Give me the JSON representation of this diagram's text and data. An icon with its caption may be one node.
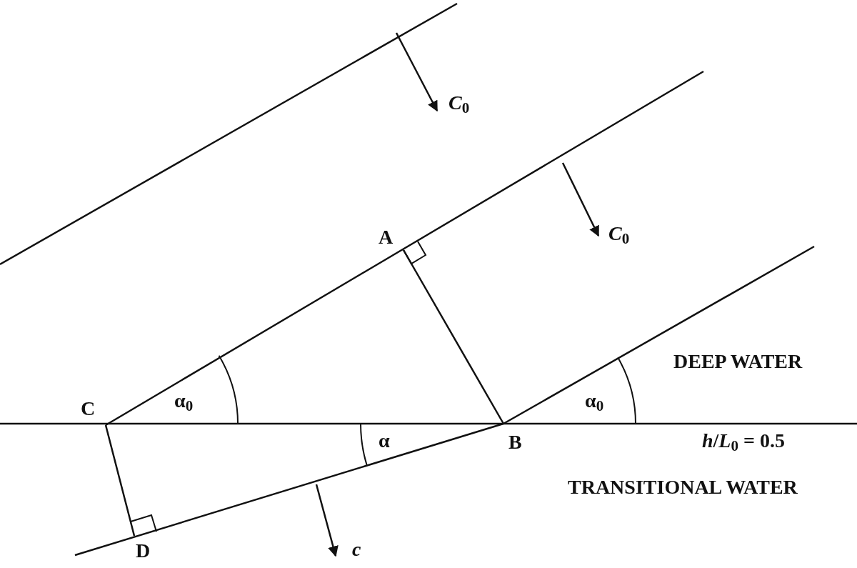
{
  "diagram": {
    "labels": [
      "*C*$_{0}$",
      "A",
      "*C*$_{0}$",
      "DEEP WATER",
      "C",
      "α$_{0}$",
      "α$_{0}$",
      "*h*/*L*$_{0}$ = 0.5",
      "α",
      "B",
      "TRANSITIONAL WATER",
      "D",
      "*c*"
    ]
  }
}
